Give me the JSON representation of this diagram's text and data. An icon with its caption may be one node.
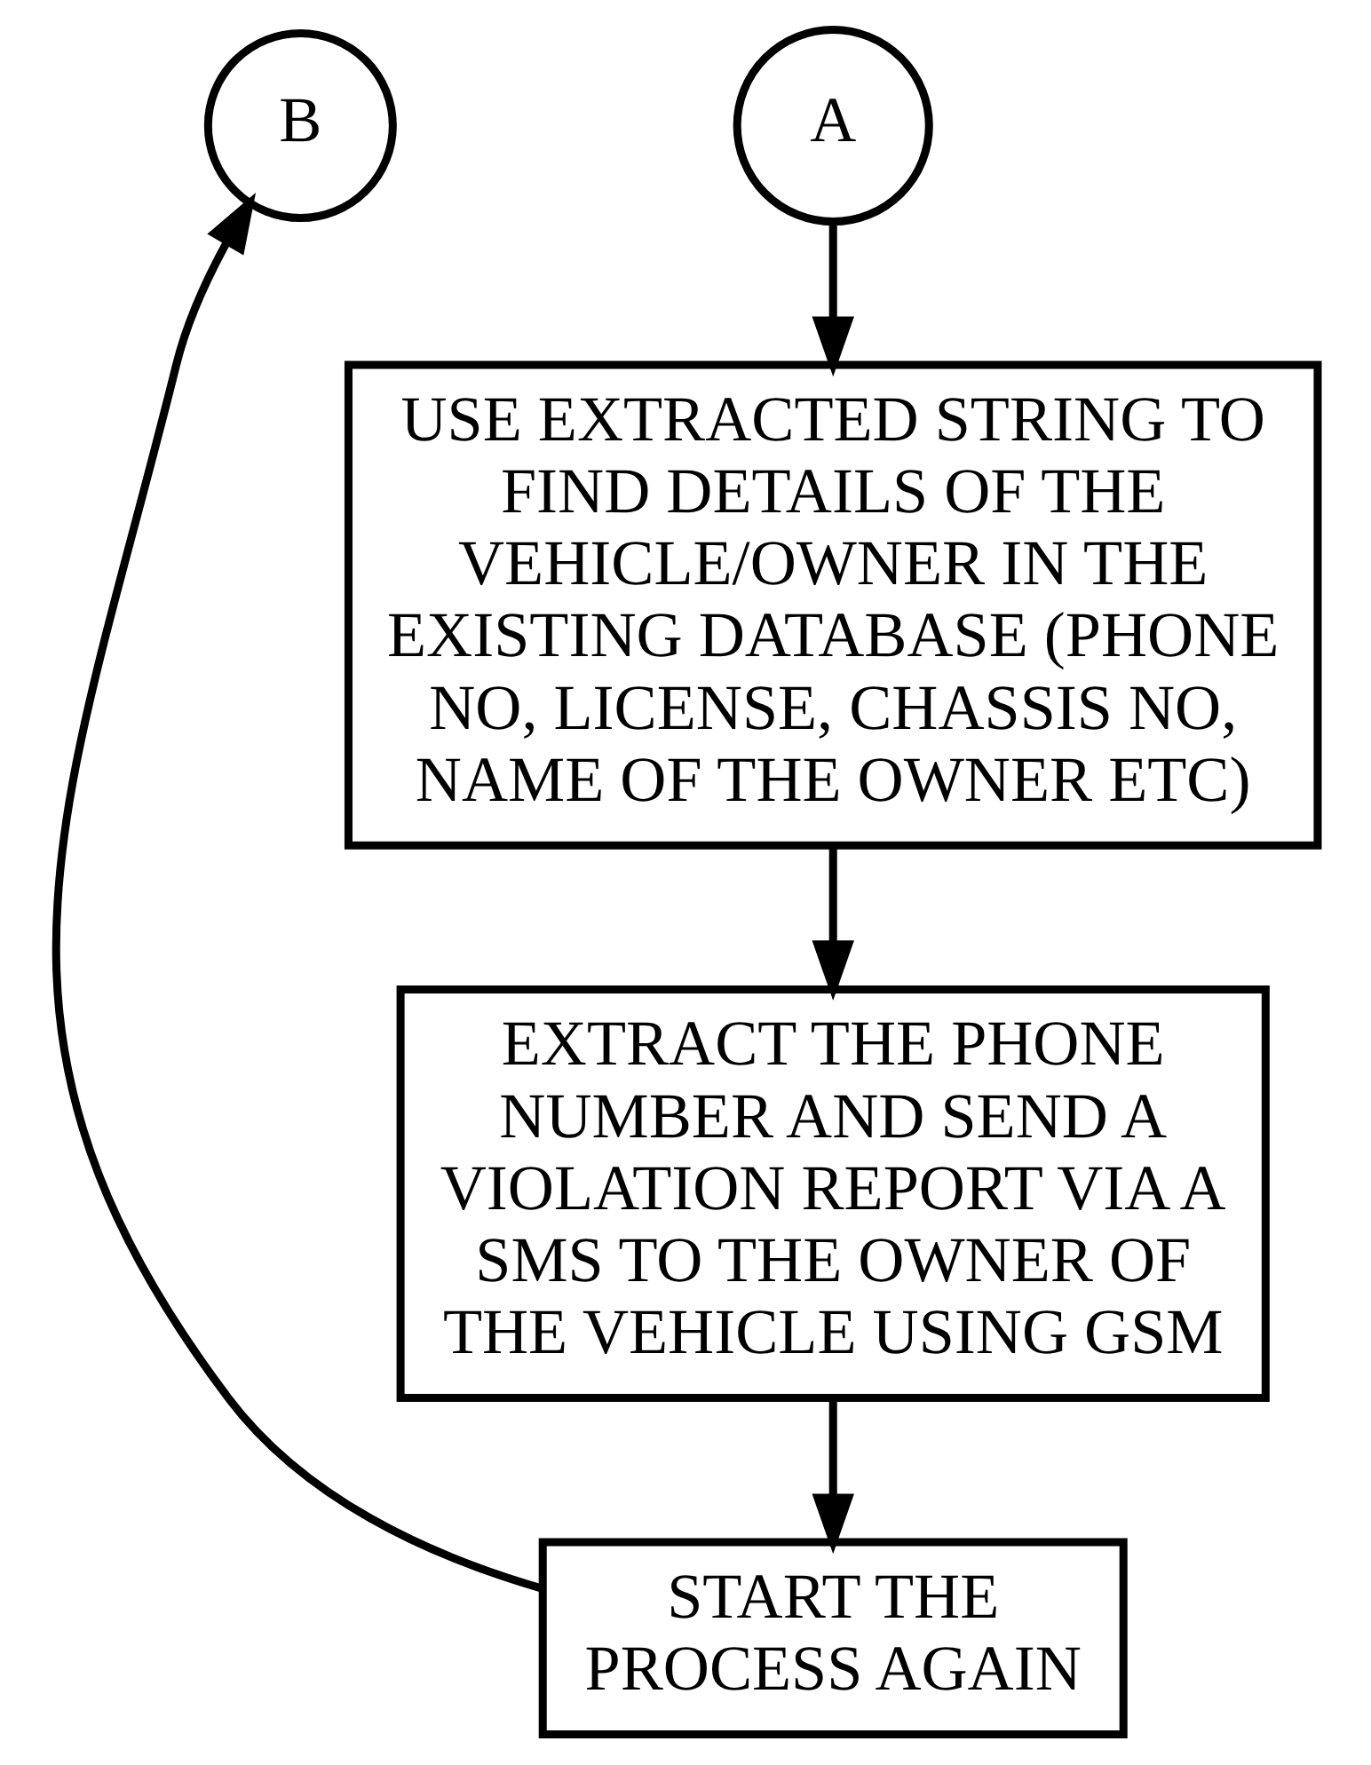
{
  "diagram": {
    "nodes": [
      {
        "text": [
          "B"
        ]
      },
      {
        "text": [
          "A"
        ]
      },
      {
        "text": [
          "USE EXTRACTED STRING TO FIND DETAILS OF THE VEHICLE/OWNER IN THE EXISTING DATABASE (PHONE NO, LICENSE, CHASSIS NO, NAME OF THE OWNER ETC)"
        ]
      },
      {
        "text": [
          "EXTRACT THE PHONE NUMBER AND SEND A VIOLATION REPORT VIA A SMS TO THE OWNER OF THE VEHICLE USING GSM"
        ]
      },
      {
        "text": [
          "START THE PROCESS AGAIN"
        ]
      }
    ],
    "edges": [
      {
        "from": 1,
        "to": 2,
        "arrow": "to"
      },
      {
        "from": 2,
        "to": 3,
        "arrow": "to"
      },
      {
        "from": 3,
        "to": 4,
        "arrow": "to"
      },
      {
        "from": 4,
        "to": 0,
        "arrow": "to"
      }
    ]
  }
}
